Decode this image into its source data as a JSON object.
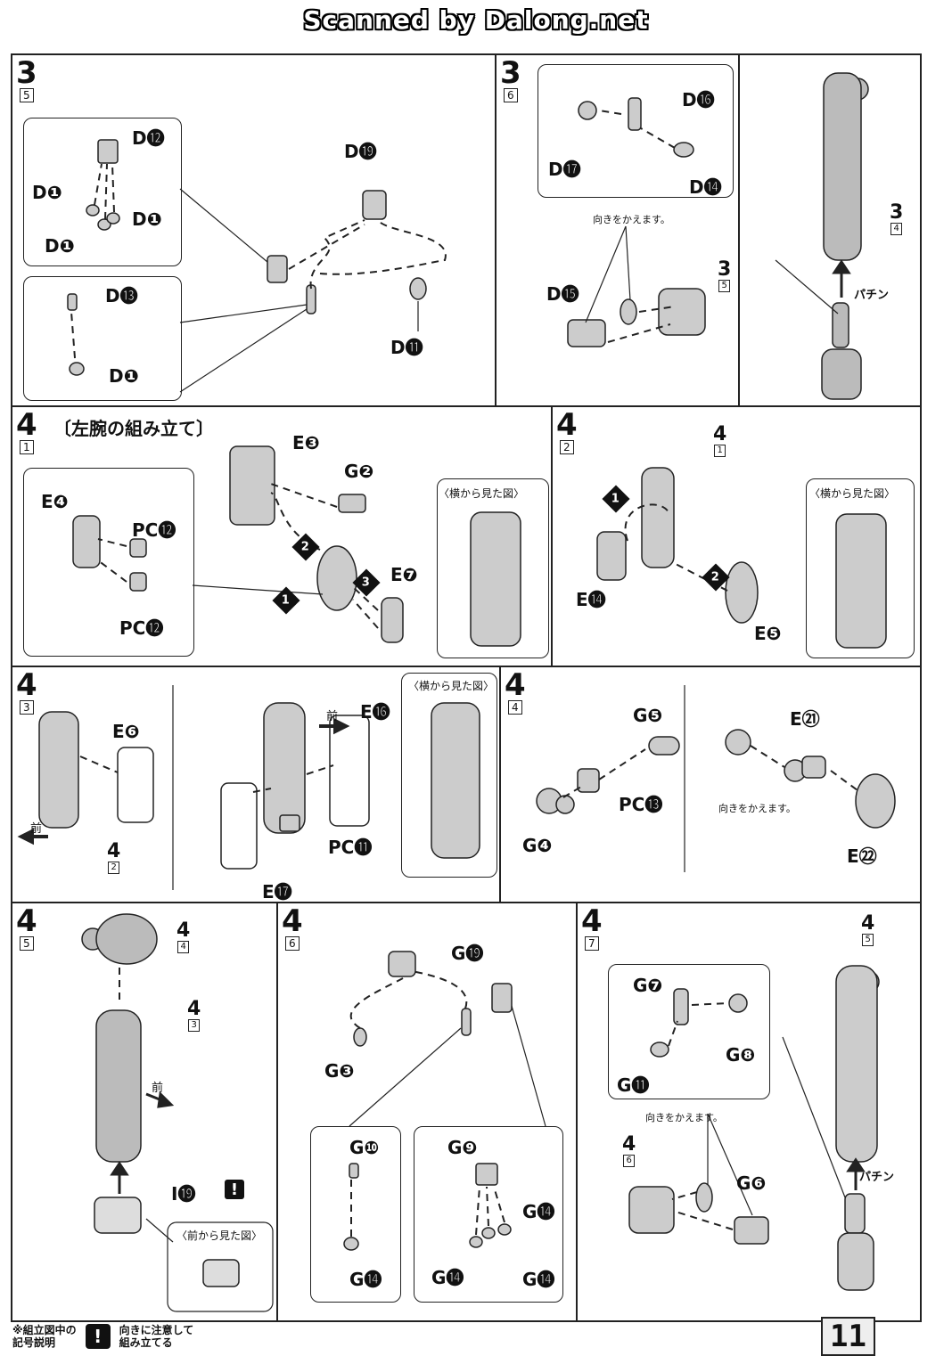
{
  "scan_banner": "Scanned by Dalong.net",
  "panels": {
    "p3_5": {
      "step": "3",
      "sub": "5",
      "labels": {
        "d12": "D⓬",
        "d1a": "D❶",
        "d1b": "D❶",
        "d1c": "D❶",
        "d13": "D⓭",
        "d1d": "D❶",
        "d19": "D⓳",
        "d11": "D⓫"
      }
    },
    "p3_6": {
      "step": "3",
      "sub": "6",
      "labels": {
        "d16": "D⓰",
        "d17": "D⓱",
        "d14": "D⓮",
        "d15": "D⓯"
      },
      "note": "向きをかえます。",
      "ref": {
        "big": "3",
        "sub": "5"
      }
    },
    "p3_arm": {
      "ref": {
        "big": "3",
        "sub": "4"
      },
      "pachin": "パチン"
    },
    "p4_1": {
      "step": "4",
      "sub": "1",
      "title": "〔左腕の組み立て〕",
      "labels": {
        "e3": "E❸",
        "g2": "G❷",
        "e4": "E❹",
        "pc12a": "PC⓬",
        "pc12b": "PC⓬",
        "e7": "E❼"
      },
      "order": [
        "1",
        "2",
        "3"
      ],
      "view": "〈横から見た図〉"
    },
    "p4_2": {
      "step": "4",
      "sub": "2",
      "labels": {
        "e14": "E⓮",
        "e5": "E❺"
      },
      "order": [
        "1",
        "2"
      ],
      "ref": {
        "big": "4",
        "sub": "1"
      },
      "view": "〈横から見た図〉"
    },
    "p4_3": {
      "step": "4",
      "sub": "3",
      "labels": {
        "e6": "E❻",
        "e16": "E⓰",
        "pc11": "PC⓫",
        "e17": "E⓱"
      },
      "front": "前",
      "front2": "前",
      "ref": {
        "big": "4",
        "sub": "2"
      },
      "view": "〈横から見た図〉"
    },
    "p4_4": {
      "step": "4",
      "sub": "4",
      "labels": {
        "g5": "G❺",
        "pc13": "PC⓭",
        "g4": "G❹",
        "e21": "E㉑",
        "e22": "E㉒"
      },
      "note": "向きをかえます。"
    },
    "p4_5": {
      "step": "4",
      "sub": "5",
      "labels": {
        "i19": "I⓳"
      },
      "front": "前",
      "ref1": {
        "big": "4",
        "sub": "4"
      },
      "ref2": {
        "big": "4",
        "sub": "3"
      },
      "view": "〈前から見た図〉",
      "warn": "!"
    },
    "p4_6": {
      "step": "4",
      "sub": "6",
      "labels": {
        "g19": "G⓳",
        "g3": "G❸",
        "g10": "G❿",
        "g14a": "G⓮",
        "g9": "G❾",
        "g14b": "G⓮",
        "g14c": "G⓮",
        "g14d": "G⓮"
      }
    },
    "p4_7": {
      "step": "4",
      "sub": "7",
      "labels": {
        "g7": "G❼",
        "g8": "G❽",
        "g11": "G⓫",
        "g6": "G❻"
      },
      "note": "向きをかえます。",
      "ref1": {
        "big": "4",
        "sub": "6"
      },
      "ref2": {
        "big": "4",
        "sub": "5"
      },
      "pachin": "パチン"
    }
  },
  "legend": {
    "heading1": "※組立図中の",
    "heading2": "記号説明",
    "icon": "!",
    "text1": "向きに注意して",
    "text2": "組み立てる"
  },
  "page_number": "11"
}
